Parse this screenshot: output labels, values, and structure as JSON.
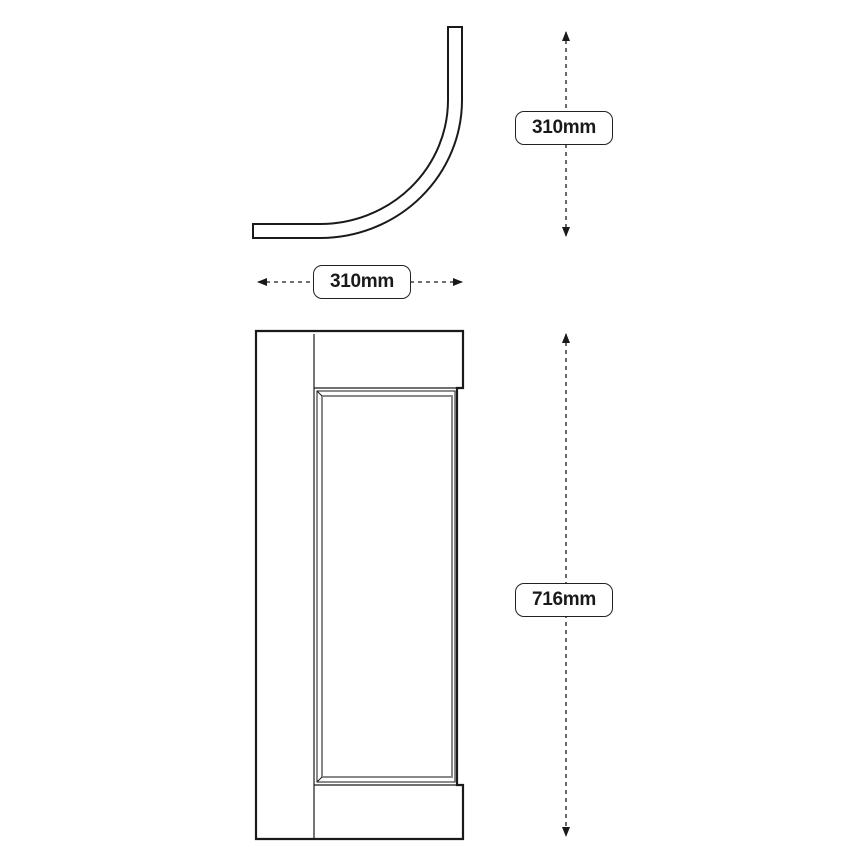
{
  "dimensions": {
    "corner_height": "310mm",
    "corner_width": "310mm",
    "panel_height": "716mm"
  },
  "colors": {
    "line": "#1a1a1a",
    "bevel": "#888888"
  }
}
